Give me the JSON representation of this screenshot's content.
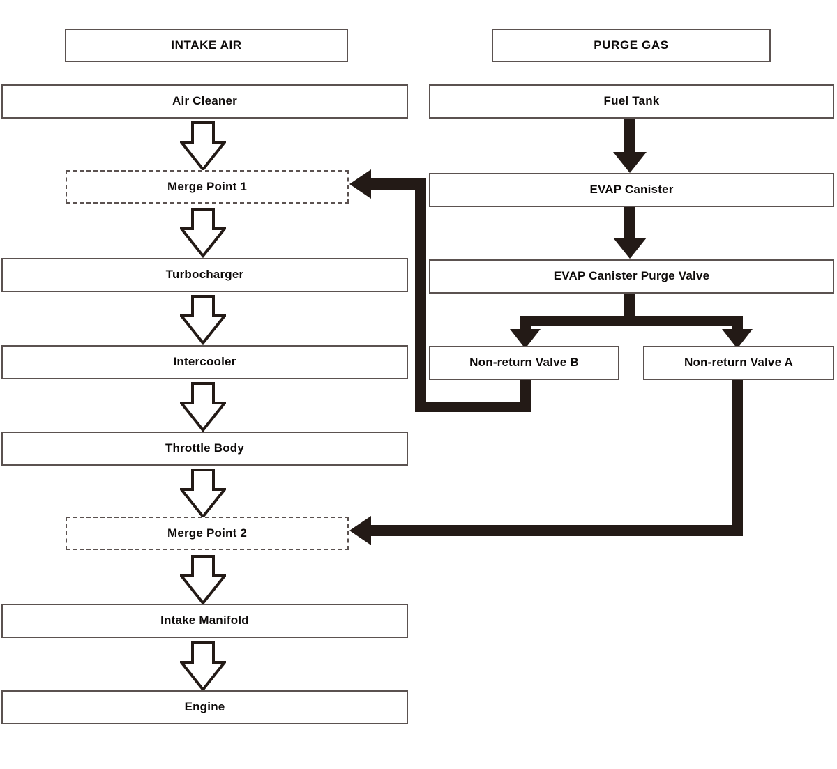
{
  "diagram": {
    "title_left": "INTAKE AIR",
    "title_right": "PURGE GAS",
    "background": "#ffffff",
    "box_border_color": "#5b5250",
    "flow_arrow_color": "#231a16",
    "text_color": "#0d0a09"
  },
  "intake_air_path": {
    "header": "INTAKE AIR",
    "nodes": [
      {
        "label": "Air Cleaner",
        "type": "solid"
      },
      {
        "label": "Merge Point 1",
        "type": "dashed"
      },
      {
        "label": "Turbocharger",
        "type": "solid"
      },
      {
        "label": "Intercooler",
        "type": "solid"
      },
      {
        "label": "Throttle Body",
        "type": "solid"
      },
      {
        "label": "Merge Point 2",
        "type": "dashed"
      },
      {
        "label": "Intake Manifold",
        "type": "solid"
      },
      {
        "label": "Engine",
        "type": "solid"
      }
    ]
  },
  "purge_gas_path": {
    "header": "PURGE GAS",
    "nodes": [
      {
        "label": "Fuel Tank",
        "type": "solid"
      },
      {
        "label": "EVAP Canister",
        "type": "solid"
      },
      {
        "label": "EVAP Canister Purge Valve",
        "type": "solid"
      },
      {
        "label": "Non-return Valve B",
        "type": "solid"
      },
      {
        "label": "Non-return Valve A",
        "type": "solid"
      }
    ]
  },
  "connections": [
    {
      "from": "Air Cleaner",
      "to": "Merge Point 1",
      "style": "hollow-arrow-down"
    },
    {
      "from": "Merge Point 1",
      "to": "Turbocharger",
      "style": "hollow-arrow-down"
    },
    {
      "from": "Turbocharger",
      "to": "Intercooler",
      "style": "hollow-arrow-down"
    },
    {
      "from": "Intercooler",
      "to": "Throttle Body",
      "style": "hollow-arrow-down"
    },
    {
      "from": "Throttle Body",
      "to": "Merge Point 2",
      "style": "hollow-arrow-down"
    },
    {
      "from": "Merge Point 2",
      "to": "Intake Manifold",
      "style": "hollow-arrow-down"
    },
    {
      "from": "Intake Manifold",
      "to": "Engine",
      "style": "hollow-arrow-down"
    },
    {
      "from": "Fuel Tank",
      "to": "EVAP Canister",
      "style": "solid-arrow-down"
    },
    {
      "from": "EVAP Canister",
      "to": "EVAP Canister Purge Valve",
      "style": "solid-arrow-down"
    },
    {
      "from": "EVAP Canister Purge Valve",
      "to": "Non-return Valve B",
      "style": "solid-arrow-branch-left"
    },
    {
      "from": "EVAP Canister Purge Valve",
      "to": "Non-return Valve A",
      "style": "solid-arrow-branch-right"
    },
    {
      "from": "Non-return Valve B",
      "to": "Merge Point 1",
      "style": "solid-arrow-routed-left"
    },
    {
      "from": "Non-return Valve A",
      "to": "Merge Point 2",
      "style": "solid-arrow-routed-left"
    }
  ]
}
